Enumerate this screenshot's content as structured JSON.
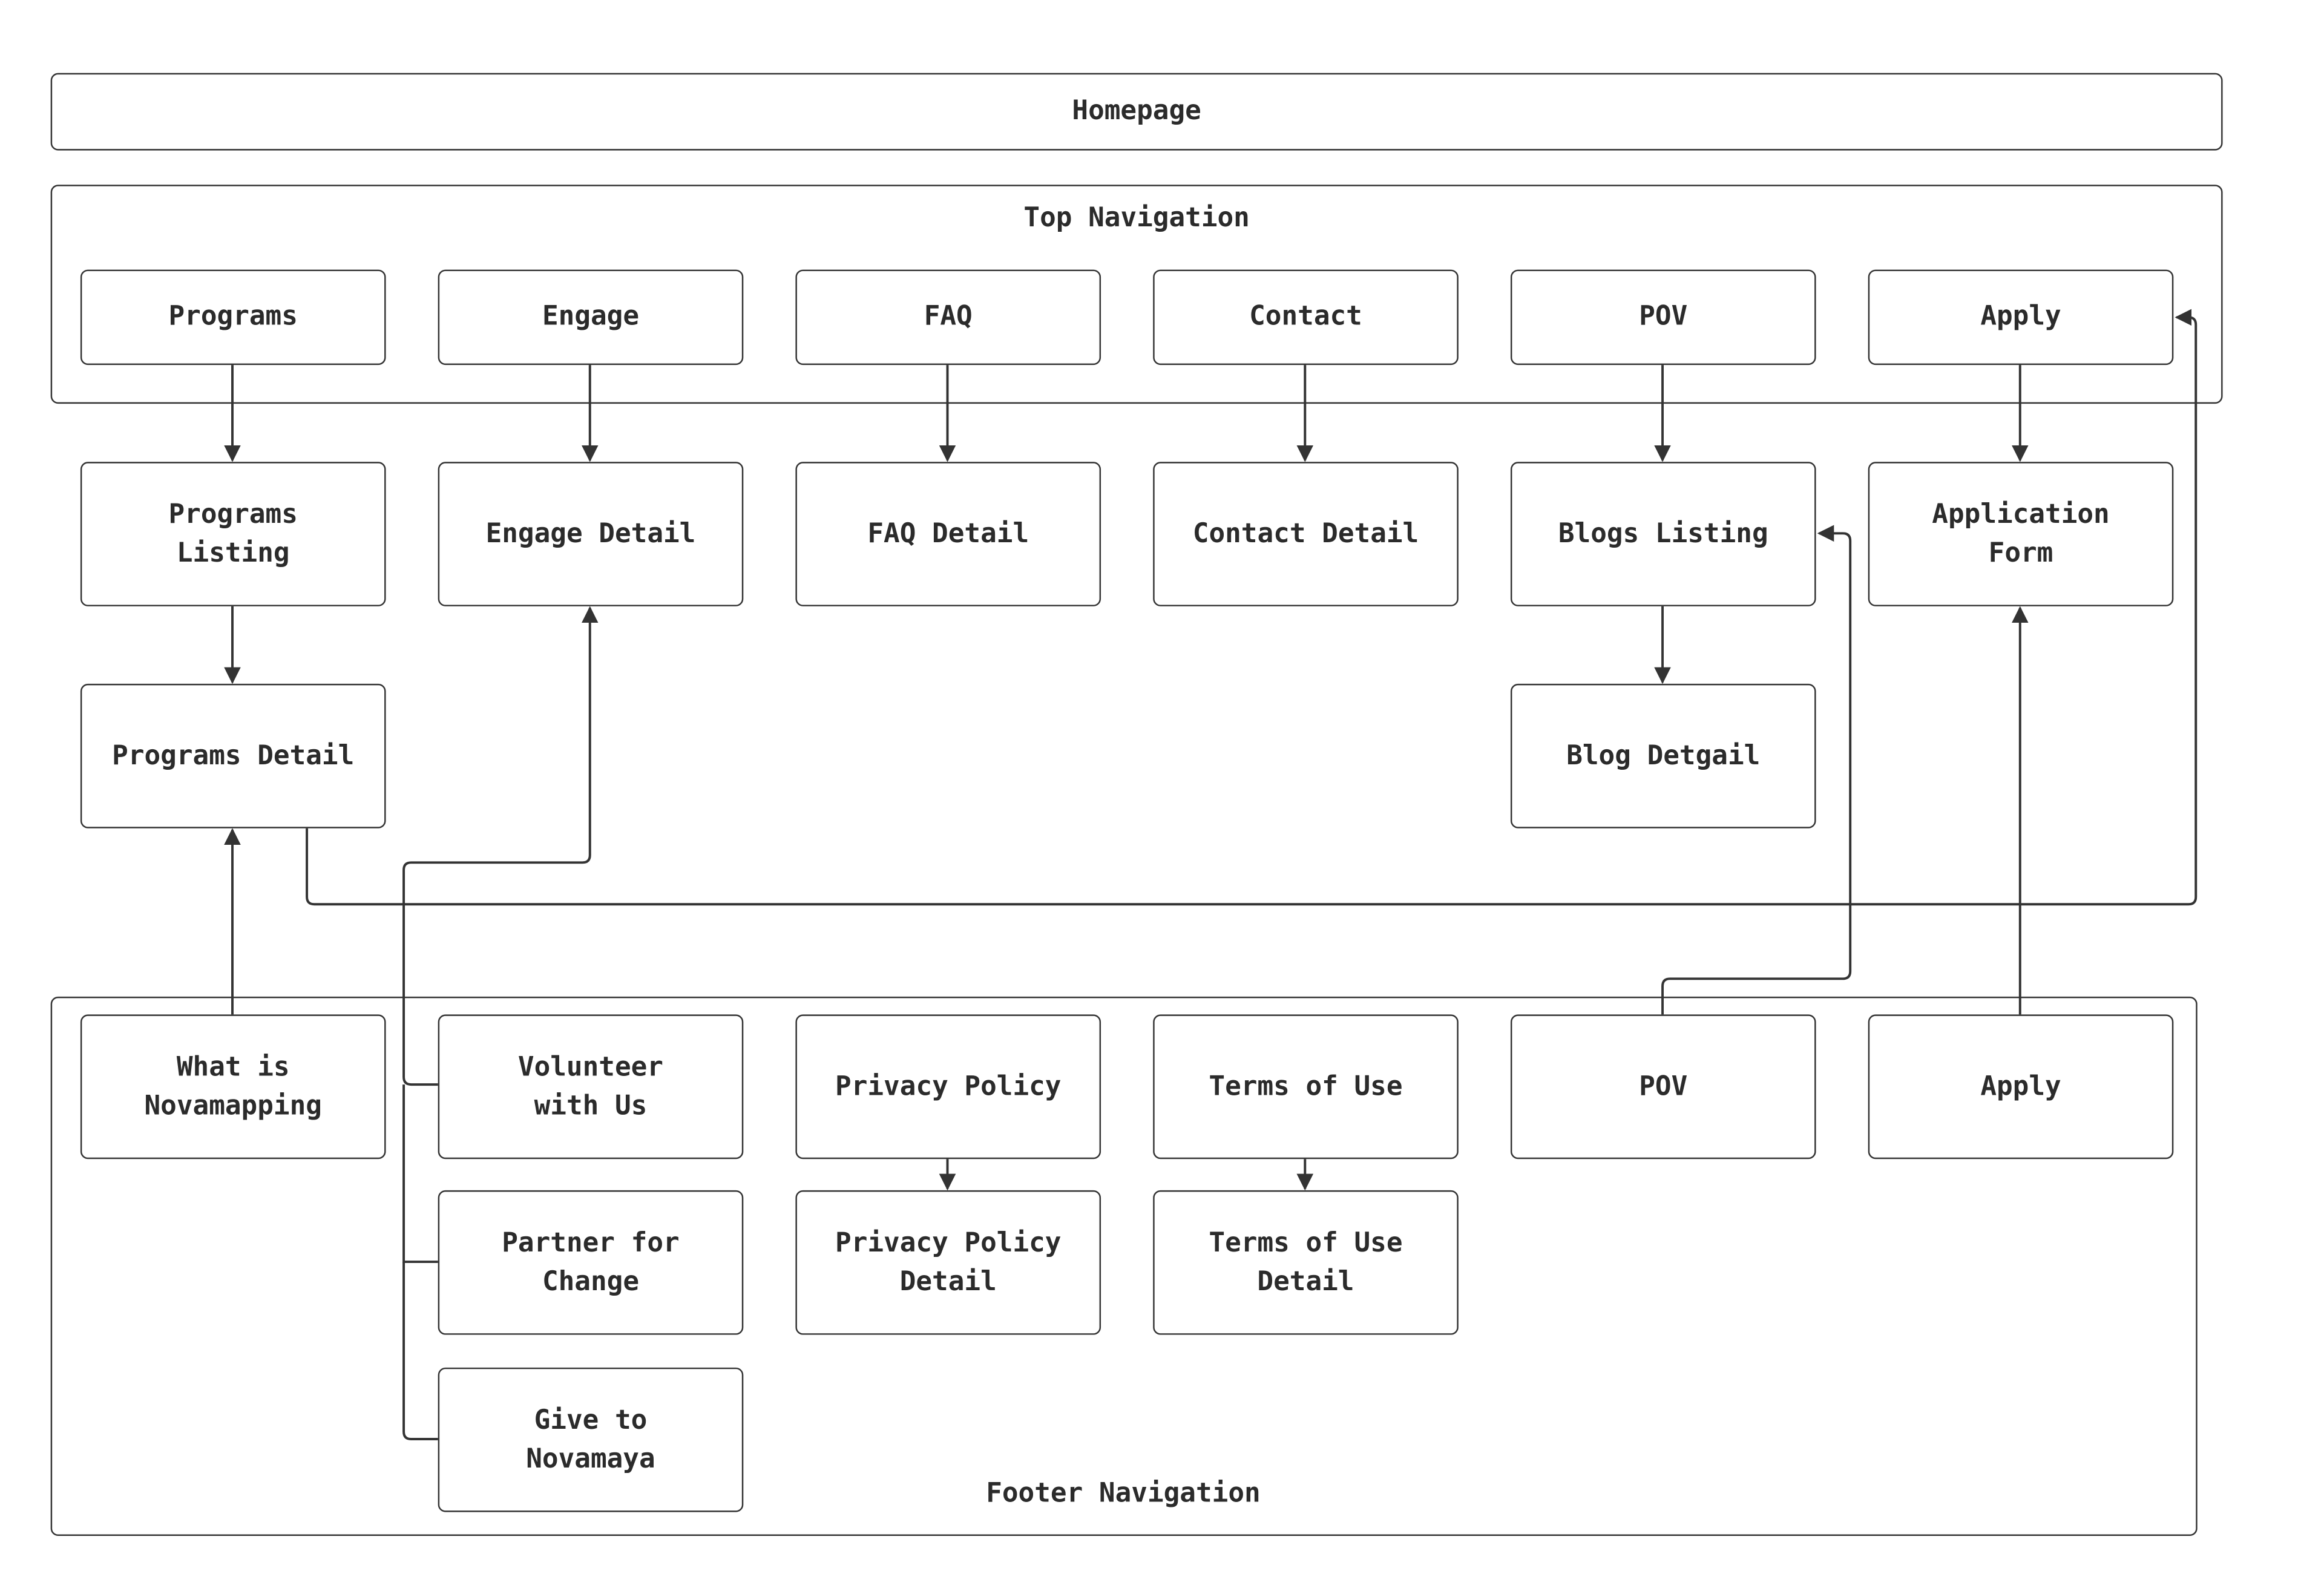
{
  "colors": {
    "stroke": "#333333",
    "text": "#2b2b2b",
    "background": "#ffffff"
  },
  "homepage": {
    "label": "Homepage"
  },
  "top_nav": {
    "title": "Top Navigation",
    "items": [
      "Programs",
      "Engage",
      "FAQ",
      "Contact",
      "POV",
      "Apply"
    ]
  },
  "pages": {
    "programs_listing": "Programs\nListing",
    "engage_detail": "Engage Detail",
    "faq_detail": "FAQ Detail",
    "contact_detail": "Contact Detail",
    "blogs_listing": "Blogs Listing",
    "application_form": "Application\nForm",
    "programs_detail": "Programs Detail",
    "blog_detail": "Blog Detgail"
  },
  "footer_nav": {
    "title": "Footer Navigation",
    "what_is": "What is\nNovamapping",
    "volunteer": "Volunteer\nwith Us",
    "partner": "Partner for\nChange",
    "give": "Give to\nNovamaya",
    "privacy": "Privacy Policy",
    "privacy_detail": "Privacy Policy\nDetail",
    "terms": "Terms of Use",
    "terms_detail": "Terms of Use\nDetail",
    "pov": "POV",
    "apply": "Apply"
  }
}
